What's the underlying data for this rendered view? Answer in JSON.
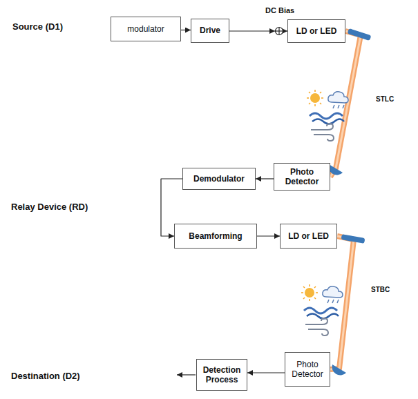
{
  "diagram": {
    "nodes": [
      {
        "text": [
          "modulator"
        ]
      },
      {
        "text": [
          "Drive"
        ]
      },
      {
        "text": [
          "LD or LED"
        ]
      },
      {
        "text": [
          "Photo Detector"
        ]
      },
      {
        "text": [
          "Demodulator"
        ]
      },
      {
        "text": [
          "Beamforming"
        ]
      },
      {
        "text": [
          "LD or LED"
        ]
      },
      {
        "text": [
          "Photo Detector"
        ]
      },
      {
        "text": [
          "Detection Process"
        ]
      }
    ],
    "edges": [
      {
        "from": 0,
        "to": 1,
        "arrow": "to"
      },
      {
        "from": 1,
        "to": 2,
        "arrow": "to"
      },
      {
        "from": 2,
        "to": 3,
        "label": "STLC",
        "arrow": "none"
      },
      {
        "from": 3,
        "to": 4,
        "arrow": "to"
      },
      {
        "from": 4,
        "to": 5,
        "arrow": "to"
      },
      {
        "from": 5,
        "to": 6,
        "arrow": "to"
      },
      {
        "from": 6,
        "to": 7,
        "label": "STBC",
        "arrow": "none"
      },
      {
        "from": 7,
        "to": 8,
        "arrow": "to"
      }
    ],
    "labels": [
      "Source (D1)",
      "Relay Device (RD)",
      "Destination (D2)",
      "DC Bias"
    ]
  }
}
